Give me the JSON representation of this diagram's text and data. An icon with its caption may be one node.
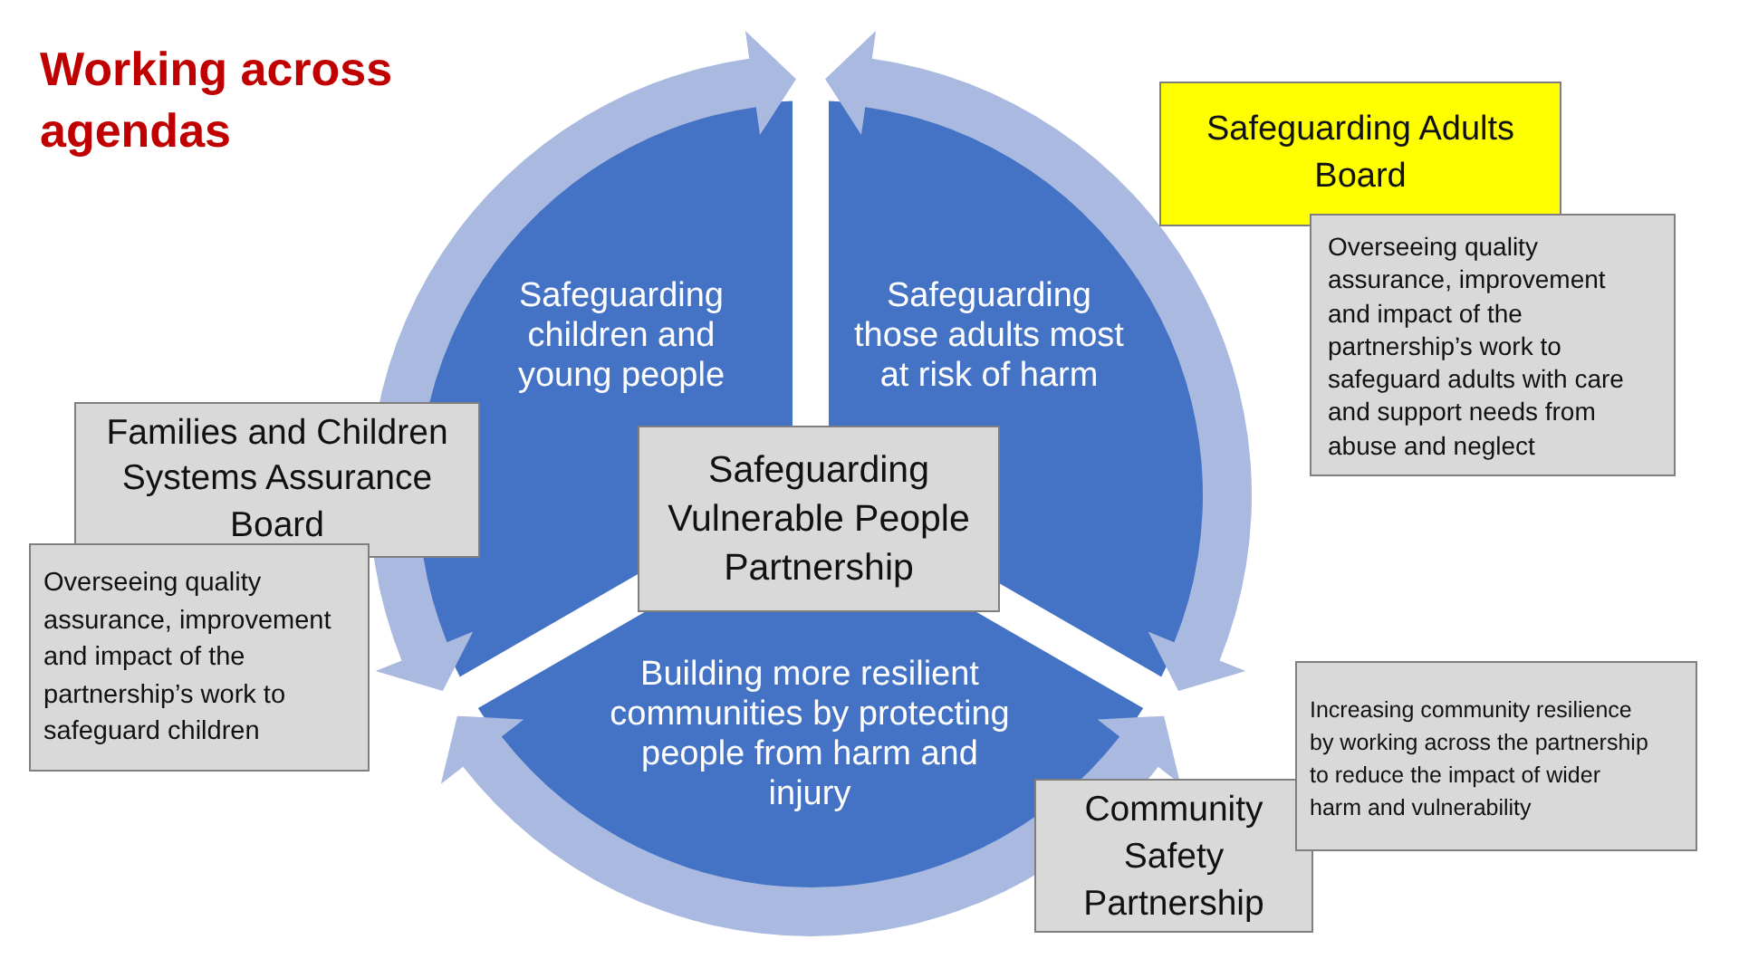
{
  "diagram": {
    "title": "Working across agendas",
    "nodes": [
      {
        "text": [
          "Safeguarding Adults Board"
        ]
      },
      {
        "text": [
          "Overseeing quality assurance, improvement and impact of the partnership’s work to safeguard adults with care and support needs from abuse and neglect"
        ]
      },
      {
        "text": [
          "Safeguarding children and young people",
          "Safeguarding those adults most at risk of harm",
          "Building more resilient communities by protecting people from harm and injury"
        ]
      },
      {
        "text": [
          "Families and Children Systems Assurance Board"
        ]
      },
      {
        "text": [
          "Safeguarding Vulnerable People Partnership"
        ],
        "in": 2
      },
      {
        "text": [
          "Overseeing quality assurance, improvement and impact of the partnership’s work to safeguard children"
        ]
      },
      {
        "text": [
          "Increasing community resilience by working across the partnership to reduce the impact of wider harm and vulnerability"
        ]
      },
      {
        "text": [
          "Community Safety Partnership"
        ]
      }
    ]
  }
}
